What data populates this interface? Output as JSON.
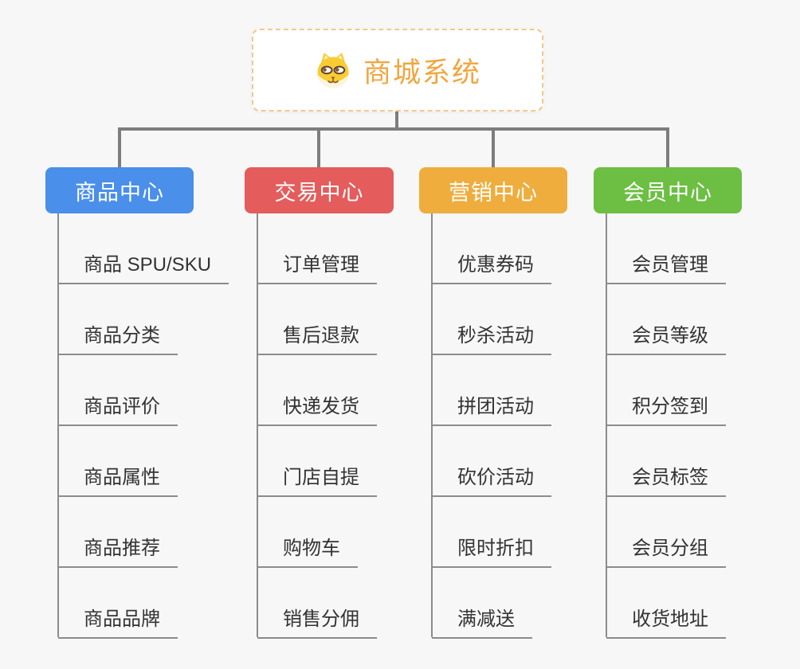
{
  "background_color": "#f7f7f7",
  "connector_color": "#7d7d7d",
  "leaf_line_color": "#8c8c8c",
  "root": {
    "title": "商城系统",
    "icon": "dog-face-icon",
    "text_color": "#f0a640",
    "border_color": "#f3c98c"
  },
  "branches": [
    {
      "label": "商品中心",
      "color": "#4a8fe9",
      "children": [
        "商品 SPU/SKU",
        "商品分类",
        "商品评价",
        "商品属性",
        "商品推荐",
        "商品品牌"
      ]
    },
    {
      "label": "交易中心",
      "color": "#e45c5c",
      "children": [
        "订单管理",
        "售后退款",
        "快递发货",
        "门店自提",
        "购物车",
        "销售分佣"
      ]
    },
    {
      "label": "营销中心",
      "color": "#eead3d",
      "children": [
        "优惠券码",
        "秒杀活动",
        "拼团活动",
        "砍价活动",
        "限时折扣",
        "满减送"
      ]
    },
    {
      "label": "会员中心",
      "color": "#6cbf43",
      "children": [
        "会员管理",
        "会员等级",
        "积分签到",
        "会员标签",
        "会员分组",
        "收货地址"
      ]
    }
  ]
}
